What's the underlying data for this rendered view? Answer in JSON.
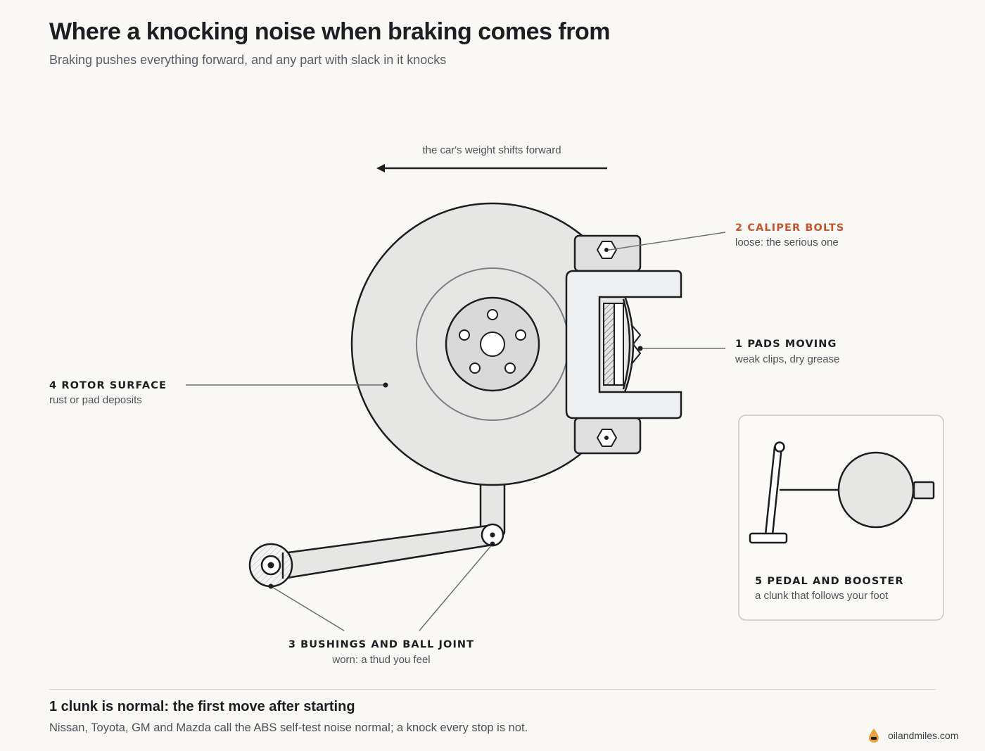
{
  "header": {
    "title": "Where a knocking noise when braking comes from",
    "subtitle": "Braking pushes everything forward, and any part with slack in it knocks"
  },
  "arrow": {
    "label": "the car's weight shifts forward"
  },
  "callouts": {
    "caliper_bolts": {
      "title": "2 CALIPER BOLTS",
      "note": "loose: the serious one",
      "accent": "#c4562e"
    },
    "pads_moving": {
      "title": "1 PADS MOVING",
      "note": "weak clips, dry grease"
    },
    "rotor_surface": {
      "title": "4 ROTOR SURFACE",
      "note": "rust or pad deposits"
    },
    "bushings": {
      "title": "3 BUSHINGS AND BALL JOINT",
      "note": "worn: a thud you feel"
    },
    "pedal_booster": {
      "title": "5 PEDAL AND BOOSTER",
      "note": "a clunk that follows your foot"
    }
  },
  "footer": {
    "title": "1 clunk is normal: the first move after starting",
    "note": "Nissan, Toyota, GM and Mazda call the ABS self-test noise normal; a knock every stop is not.",
    "brand": "oilandmiles.com",
    "brand_icon": "oil-drop-icon"
  },
  "colors": {
    "background": "#f9f8f4",
    "accent": "#c4562e",
    "ink": "#1c1e22",
    "rotor_fill": "#e6e6e4",
    "caliper_fill": "#eef0f2",
    "brand_drop": "#e8a33a"
  }
}
